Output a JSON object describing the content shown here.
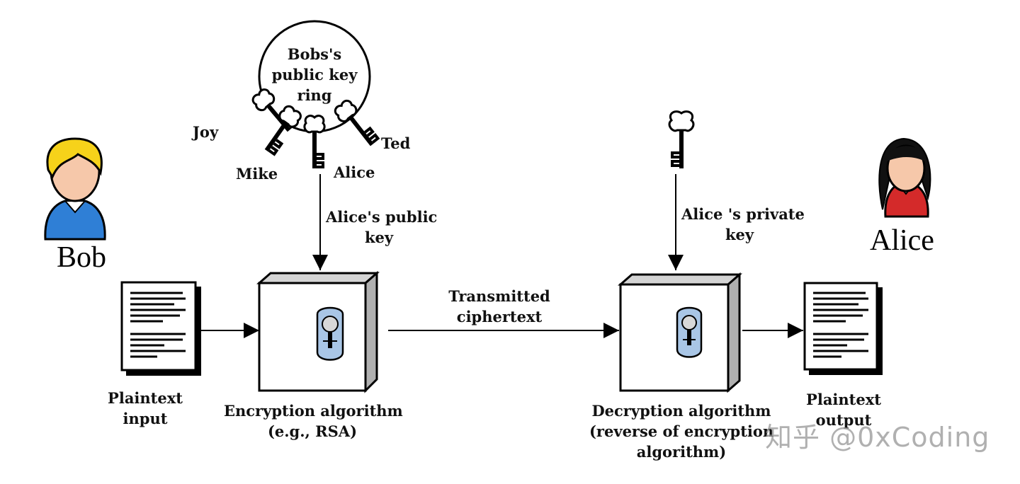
{
  "people": {
    "sender": "Bob",
    "receiver": "Alice"
  },
  "key_ring": {
    "title_lines": [
      "Bobs's",
      "public key",
      "ring"
    ],
    "keys": [
      "Joy",
      "Mike",
      "Alice",
      "Ted"
    ]
  },
  "keys": {
    "public_key_lines": [
      "Alice's public",
      "key"
    ],
    "private_key_lines": [
      "Alice 's private",
      "key"
    ]
  },
  "left_doc": {
    "lines": [
      "Plaintext",
      "input"
    ]
  },
  "encryption": {
    "lines": [
      "Encryption algorithm",
      "(e.g., RSA)"
    ]
  },
  "transmission": {
    "lines": [
      "Transmitted",
      "ciphertext"
    ]
  },
  "decryption": {
    "lines": [
      "Decryption algorithm",
      "(reverse of encryption",
      "algorithm)"
    ]
  },
  "right_doc": {
    "lines": [
      "Plaintext",
      "output"
    ]
  },
  "watermark": "知乎 @0xCoding",
  "colors": {
    "line": "#000000",
    "box_side": "#b0b0b0",
    "box_top": "#d4d4d4",
    "lock_plate": "#a9c6e6",
    "bob_hair": "#f6d21a",
    "bob_shirt": "#2f7fd6",
    "alice_hair": "#111111",
    "alice_shirt": "#d42a2a",
    "skin": "#f6c8aa"
  }
}
